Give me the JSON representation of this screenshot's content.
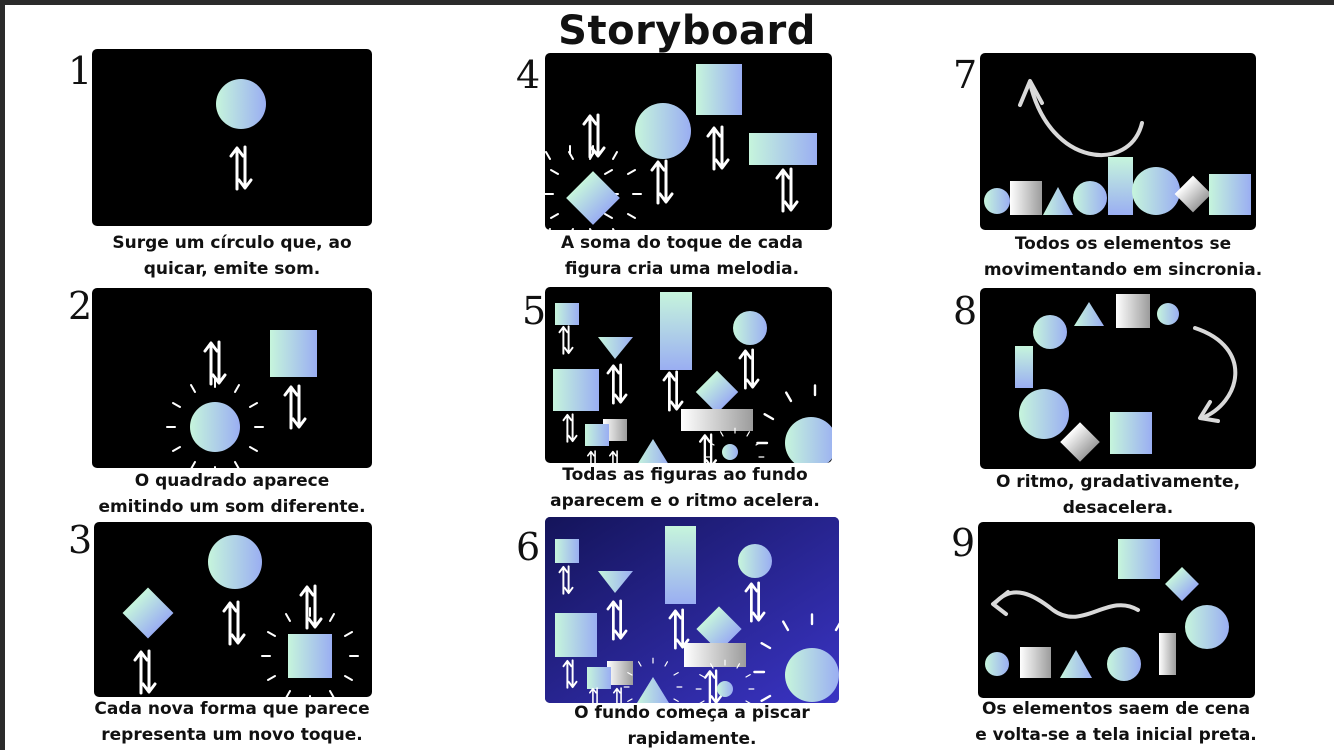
{
  "title": "Storyboard",
  "colors": {
    "panel_bg": "#000000",
    "shape_gradient_start": "#c6f5dc",
    "shape_gradient_end": "#9aaef2",
    "flash_bg_start": "#14145a",
    "flash_bg_end": "#3a34c4",
    "arrow": "#ffffff",
    "curve": "#d9d9d9"
  },
  "frames": [
    {
      "number": "1",
      "caption_1": "Surge um círculo que, ao",
      "caption_2": "quicar, emite som."
    },
    {
      "number": "2",
      "caption_1": "O quadrado aparece",
      "caption_2": "emitindo um som diferente."
    },
    {
      "number": "3",
      "caption_1": "Cada nova forma que parece",
      "caption_2": "representa um novo toque."
    },
    {
      "number": "4",
      "caption_1": "A soma do toque de cada",
      "caption_2": "figura cria uma melodia."
    },
    {
      "number": "5",
      "caption_1": "Todas as figuras ao fundo",
      "caption_2": "aparecem e o ritmo acelera."
    },
    {
      "number": "6",
      "caption_1": "O fundo começa a piscar",
      "caption_2": "rapidamente."
    },
    {
      "number": "7",
      "caption_1": "Todos os elementos se",
      "caption_2": "movimentando em sincronia."
    },
    {
      "number": "8",
      "caption_1": "O ritmo, gradativamente,",
      "caption_2": "desacelera."
    },
    {
      "number": "9",
      "caption_1": "Os elementos saem de cena",
      "caption_2": "e volta-se a tela inicial preta."
    }
  ]
}
